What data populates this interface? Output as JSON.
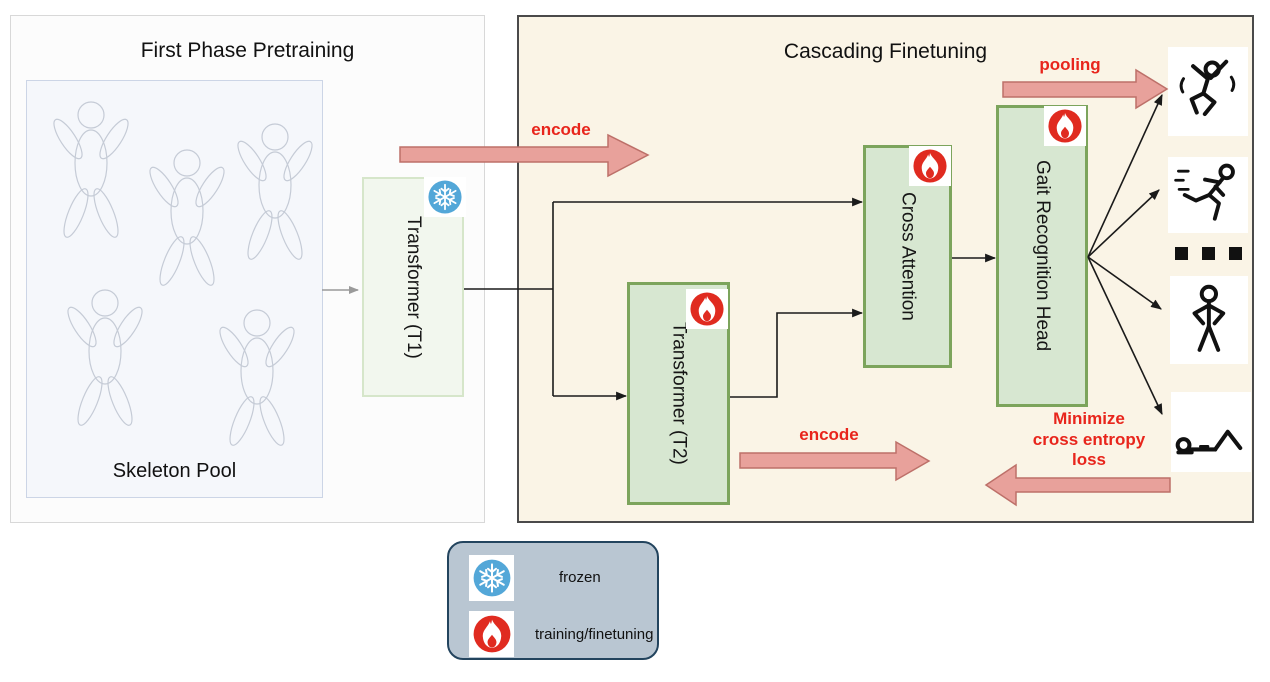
{
  "left_panel": {
    "title": "First Phase Pretraining",
    "pool_label": "Skeleton Pool"
  },
  "right_panel": {
    "title": "Cascading Finetuning"
  },
  "boxes": {
    "t1": "Transformer (T1)",
    "t2": "Transformer (T2)",
    "cross_attention": "Cross Attention",
    "gait_head": "Gait Recognition Head"
  },
  "labels": {
    "encode_top": "encode",
    "encode_bottom": "encode",
    "pooling": "pooling",
    "minimize_lines": [
      "Minimize",
      "cross entropy",
      "loss"
    ],
    "ellipsis": "..."
  },
  "legend": {
    "frozen_label": "frozen",
    "training_label": "training/finetuning"
  },
  "colors": {
    "accent_red_text": "#e8251c",
    "arrow_fill": "#e8a19b",
    "arrow_stroke": "#bd7069",
    "green_box_fill": "#d7e7d1",
    "green_box_border": "#7ca45c",
    "t1_fill": "#f2f7ee",
    "t1_border": "#d6e6ca",
    "right_panel_bg": "#faf4e6",
    "legend_bg": "#b9c6d2",
    "legend_border": "#23445e",
    "frozen_blue": "#53a7d8",
    "fire_red": "#e02b20"
  }
}
